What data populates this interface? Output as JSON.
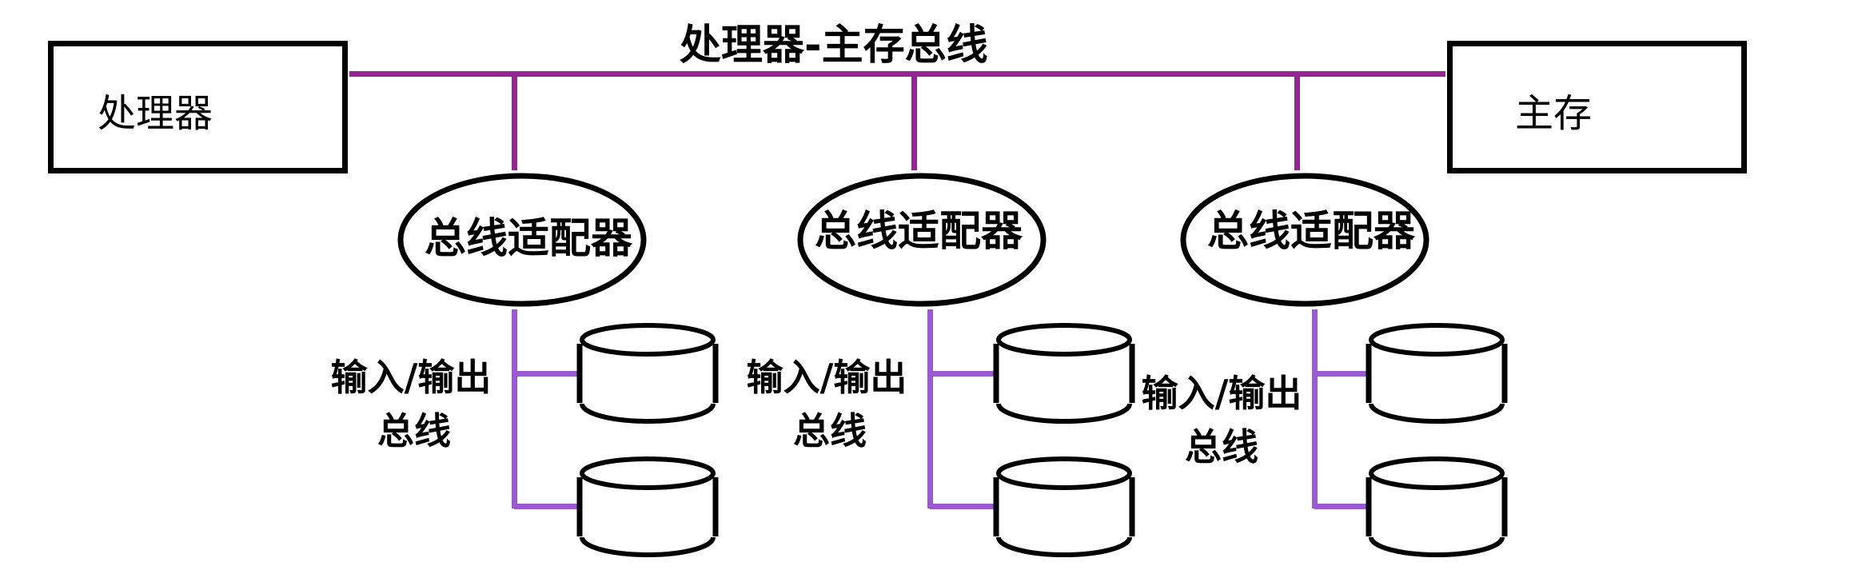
{
  "diagram": {
    "title": "处理器-主存总线",
    "processor": {
      "label": "处理器"
    },
    "memory": {
      "label": "主存"
    },
    "colors": {
      "main_bus": "#92278F",
      "io_bus": "#9B59D3",
      "outline": "#000000"
    },
    "groups": [
      {
        "adapter": "总线适配器",
        "io_label_line1": "输入/输出",
        "io_label_line2": "总线",
        "disk_count": 2
      },
      {
        "adapter": "总线适配器",
        "io_label_line1": "输入/输出",
        "io_label_line2": "总线",
        "disk_count": 2
      },
      {
        "adapter": "总线适配器",
        "io_label_line1": "输入/输出",
        "io_label_line2": "总线",
        "disk_count": 2
      }
    ]
  }
}
